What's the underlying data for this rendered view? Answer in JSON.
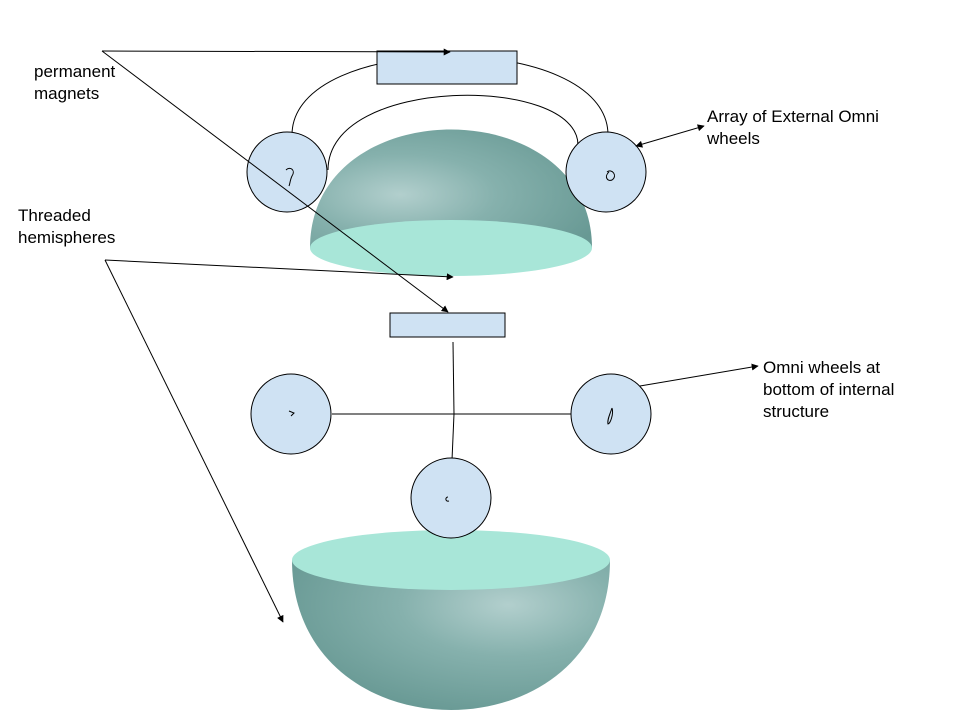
{
  "labels": {
    "permanent_magnets": [
      "permanent",
      "magnets"
    ],
    "external_wheels": [
      "Array of External Omni",
      "wheels"
    ],
    "threaded_hemispheres": [
      "Threaded",
      "hemispheres"
    ],
    "internal_wheels": [
      "Omni wheels at",
      "bottom of internal",
      "structure"
    ]
  },
  "colors": {
    "wheel_fill": "#cfe2f3",
    "magnet_fill": "#cfe2f3",
    "hemisphere_dark": "#6e9f9a",
    "hemisphere_light": "#a9c8c6",
    "hemisphere_rim": "#a8e6d8",
    "stroke": "#000000"
  }
}
